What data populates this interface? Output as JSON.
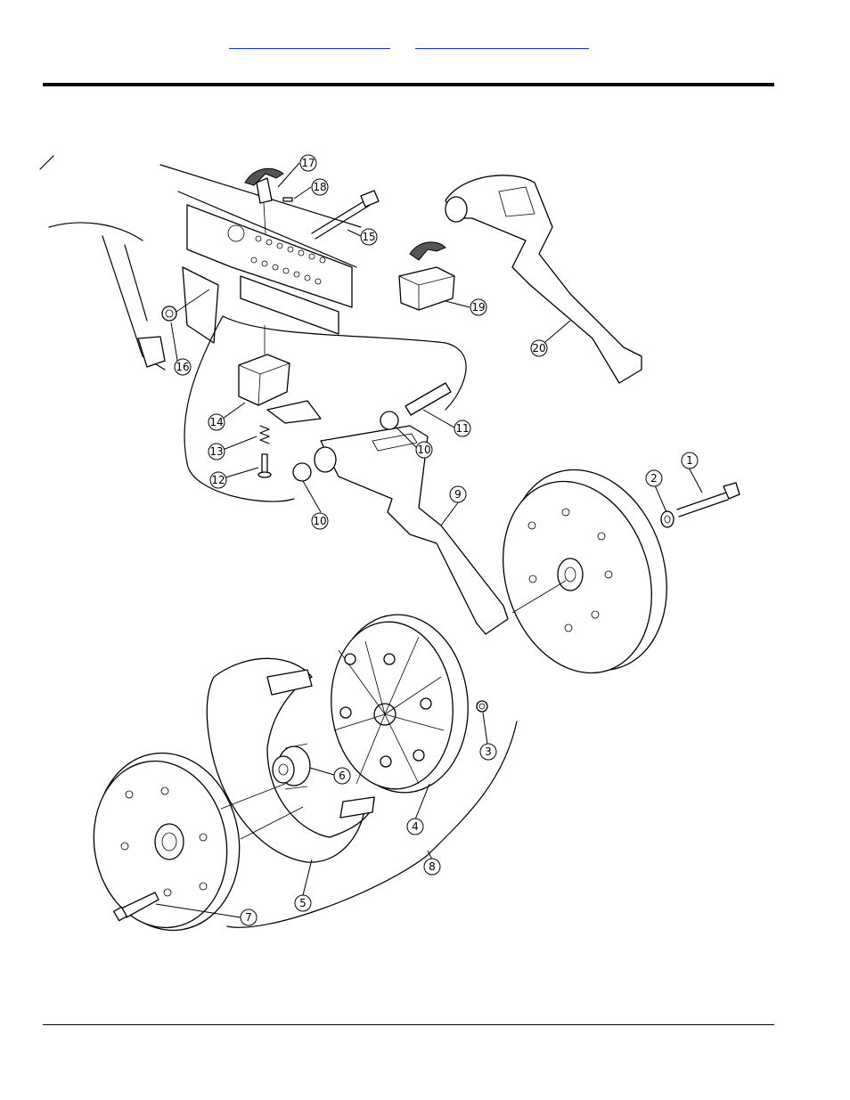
{
  "header": {
    "links": [
      "",
      ""
    ]
  },
  "callouts": [
    {
      "num": "1"
    },
    {
      "num": "2"
    },
    {
      "num": "3"
    },
    {
      "num": "4"
    },
    {
      "num": "5"
    },
    {
      "num": "6"
    },
    {
      "num": "7"
    },
    {
      "num": "8"
    },
    {
      "num": "9"
    },
    {
      "num": "10"
    },
    {
      "num": "10"
    },
    {
      "num": "11"
    },
    {
      "num": "12"
    },
    {
      "num": "13"
    },
    {
      "num": "14"
    },
    {
      "num": "15"
    },
    {
      "num": "16"
    },
    {
      "num": "17"
    },
    {
      "num": "18"
    },
    {
      "num": "19"
    },
    {
      "num": "20"
    }
  ]
}
